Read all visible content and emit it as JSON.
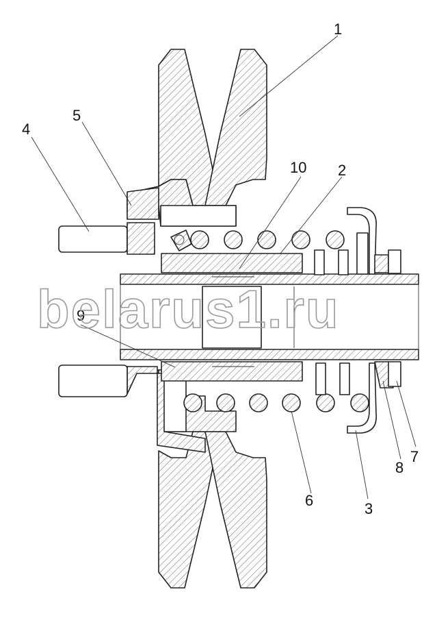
{
  "diagram": {
    "callouts": [
      {
        "id": "c1",
        "label": "1"
      },
      {
        "id": "c2",
        "label": "2"
      },
      {
        "id": "c3",
        "label": "3"
      },
      {
        "id": "c4",
        "label": "4"
      },
      {
        "id": "c5",
        "label": "5"
      },
      {
        "id": "c6",
        "label": "6"
      },
      {
        "id": "c7",
        "label": "7"
      },
      {
        "id": "c8",
        "label": "8"
      },
      {
        "id": "c9",
        "label": "9"
      },
      {
        "id": "c10",
        "label": "10"
      }
    ],
    "watermark": "belarus1.ru"
  }
}
